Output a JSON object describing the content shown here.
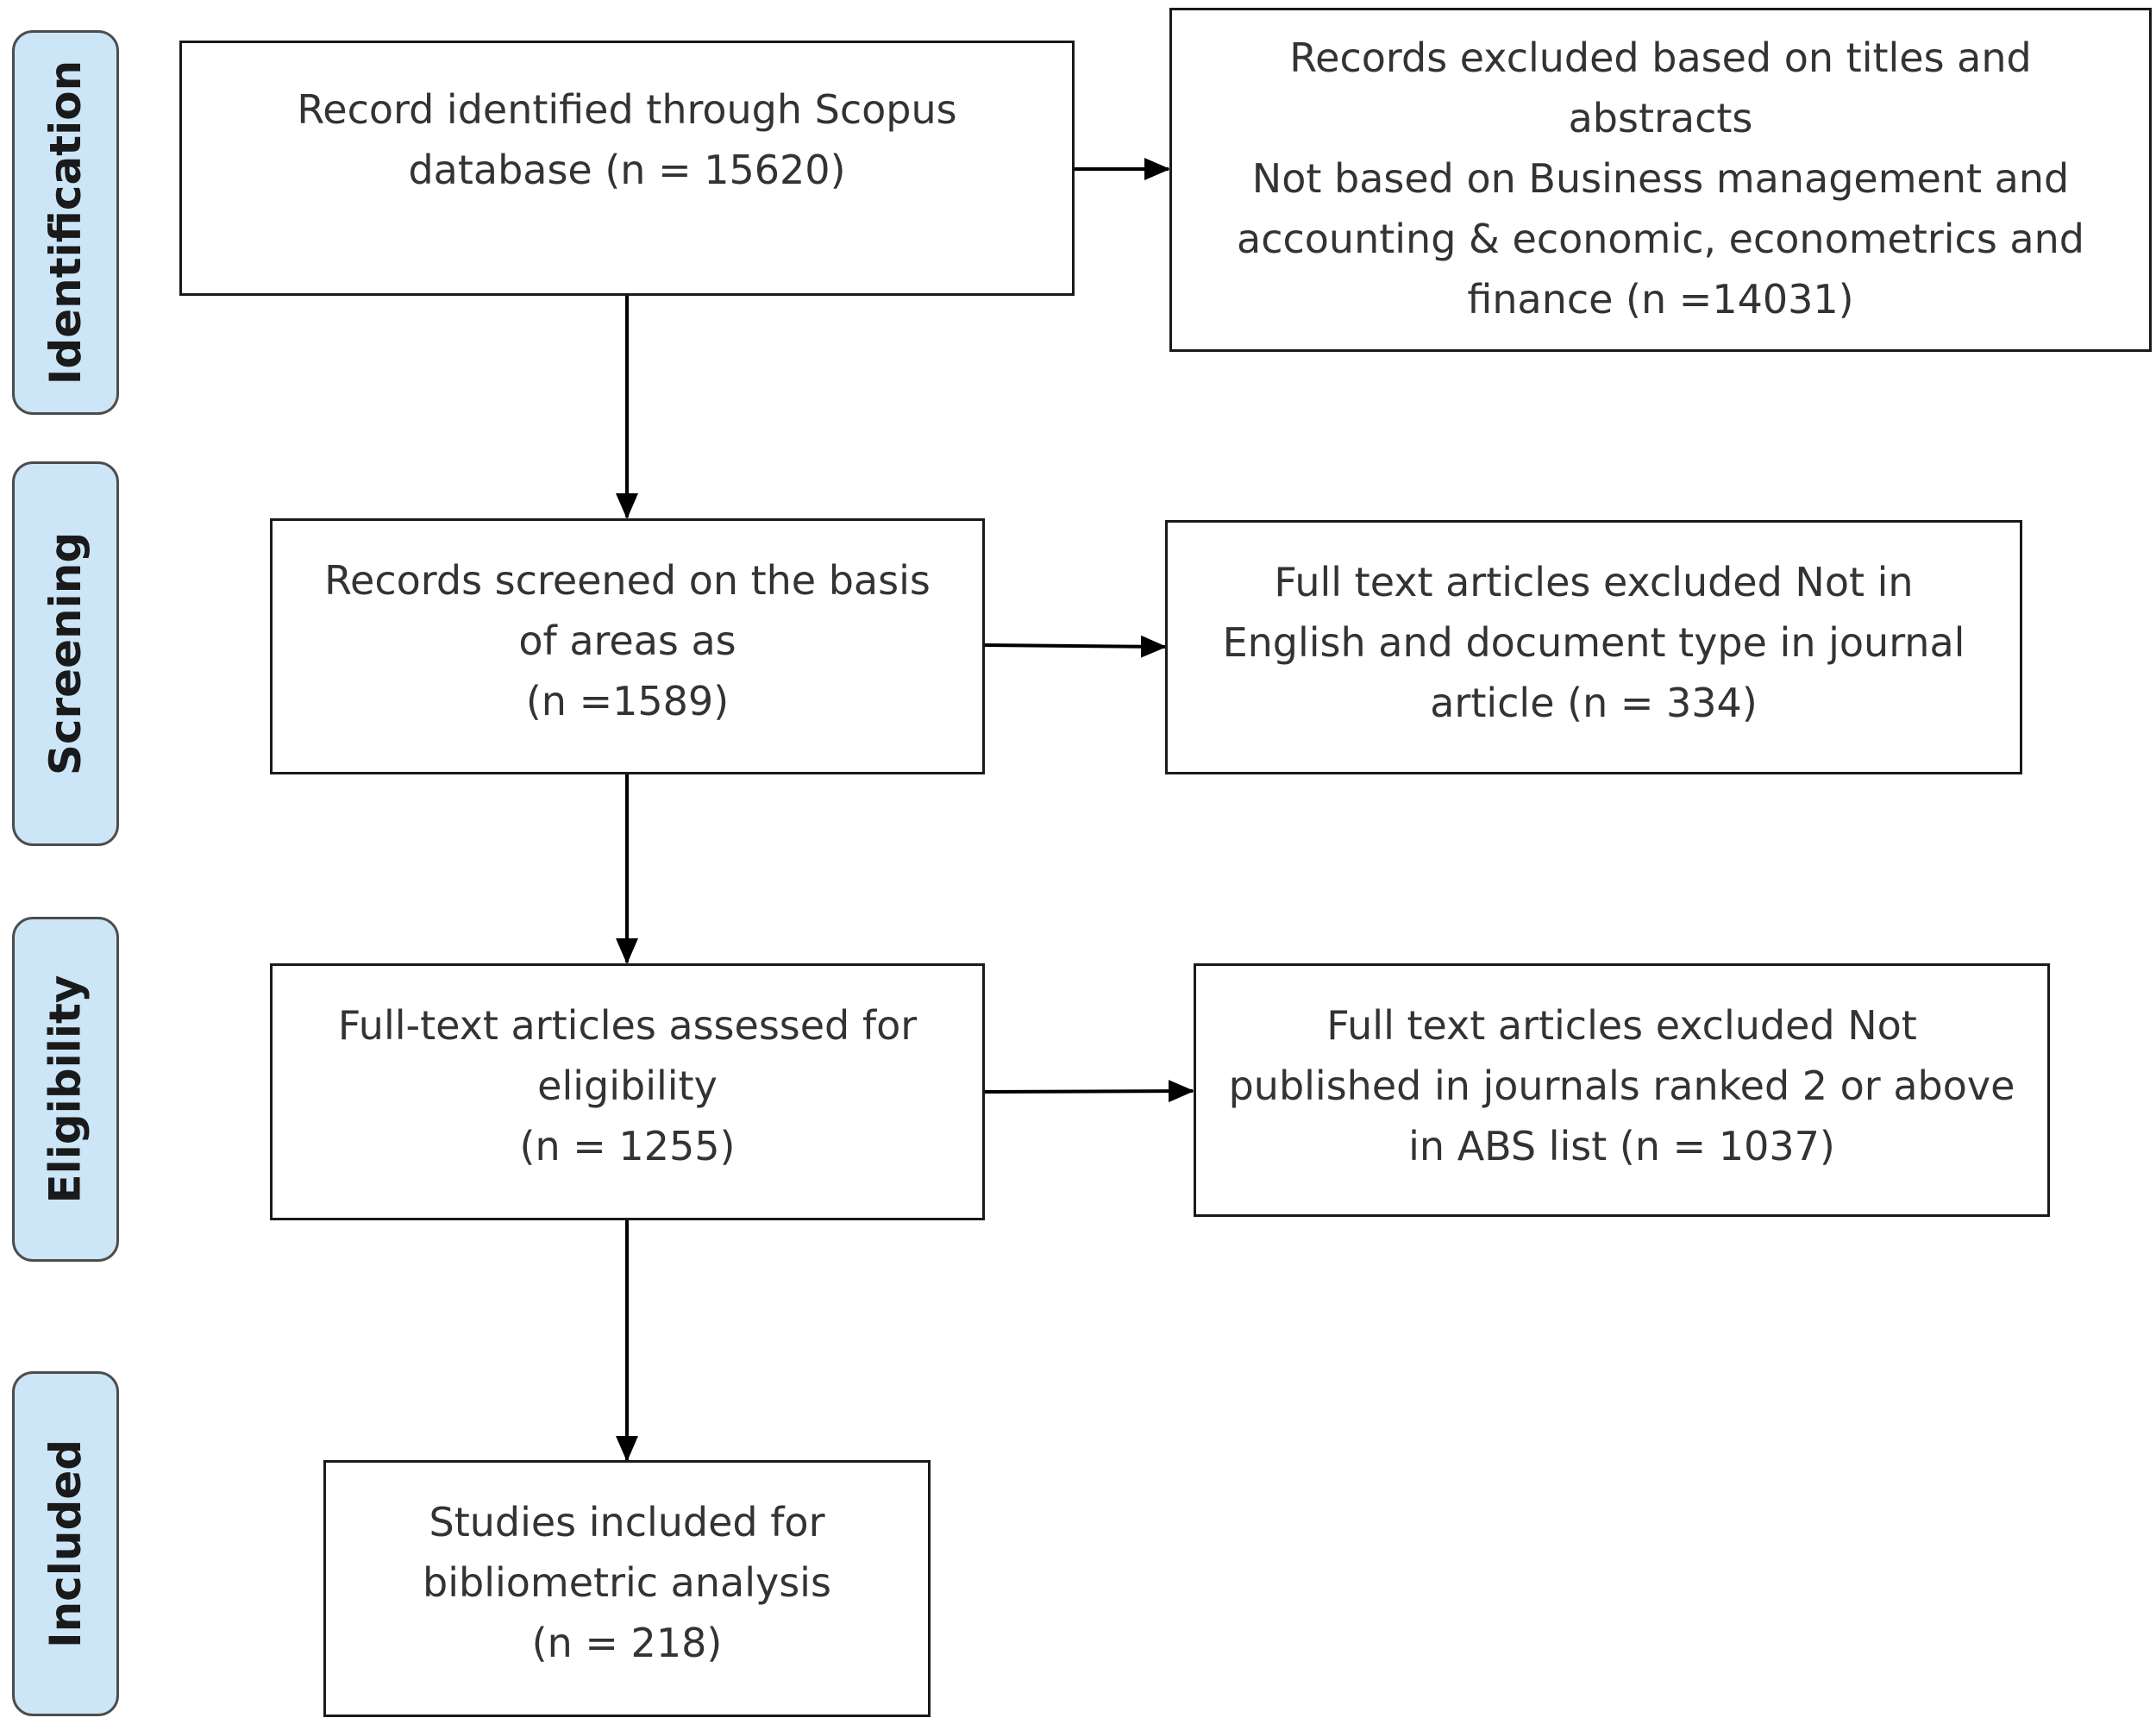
{
  "stages": [
    {
      "id": "identification",
      "label": "Identification"
    },
    {
      "id": "screening",
      "label": "Screening"
    },
    {
      "id": "eligibility",
      "label": "Eligibility"
    },
    {
      "id": "included",
      "label": "Included"
    }
  ],
  "main_boxes": {
    "identified": {
      "lines": [
        "Record identified through Scopus",
        "database (n = 15620)"
      ]
    },
    "screened": {
      "lines": [
        "Records screened on the basis",
        "of areas as",
        "(n =1589)"
      ]
    },
    "assessed": {
      "lines": [
        "Full-text articles assessed for",
        "eligibility",
        "(n = 1255)"
      ]
    },
    "included": {
      "lines": [
        "Studies included for",
        "bibliometric analysis",
        "(n = 218)"
      ]
    }
  },
  "exclusion_boxes": {
    "excluded_titles": {
      "lines": [
        "Records excluded based on titles and",
        "abstracts",
        "Not based on Business management and",
        "accounting & economic, econometrics and",
        "finance (n =14031)"
      ]
    },
    "excluded_language": {
      "lines": [
        "Full text articles excluded Not in",
        "English and document type in journal",
        "article (n = 334)"
      ]
    },
    "excluded_abs": {
      "lines": [
        "Full text articles excluded Not",
        "published in journals ranked 2 or above",
        "in ABS list (n = 1037)"
      ]
    }
  },
  "colors": {
    "stage_fill": "#cce6f8",
    "stage_border": "#4d4d4d",
    "box_border": "#1a1a1a",
    "arrow": "#000000",
    "text": "#333333"
  }
}
